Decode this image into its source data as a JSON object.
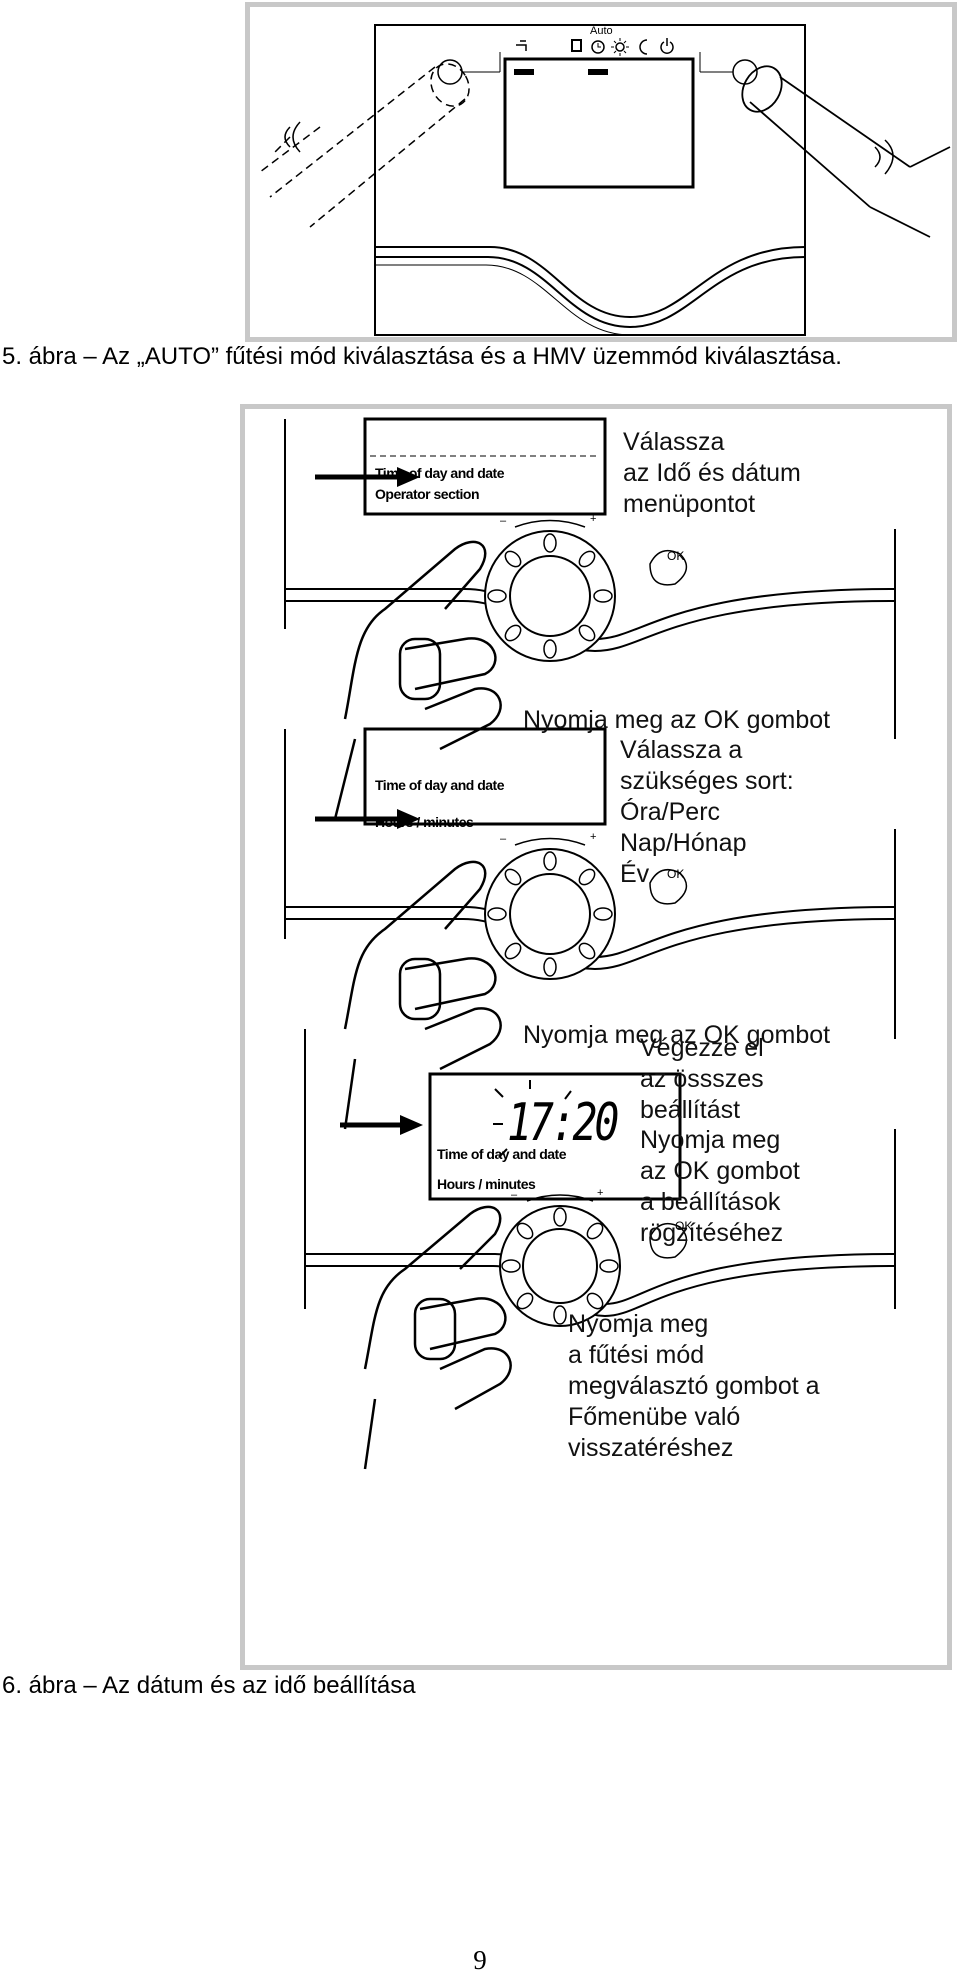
{
  "figure5": {
    "auto_label": "Auto",
    "caption": "5. ábra – Az „AUTO”  fűtési mód kiválasztása és a HMV üzemmód kiválasztása.",
    "icons": [
      "tap-icon",
      "radiator-icon",
      "clock-icon",
      "sun-icon",
      "moon-icon",
      "power-icon"
    ]
  },
  "figure6": {
    "step1": {
      "lcd_line1": "Time of day and date",
      "lcd_line2": "Operator section",
      "annotation": [
        "Válassza",
        "az Idő és dátum",
        "menüpontot"
      ],
      "press_ok": "Nyomja meg az OK gombot",
      "dial_minus": "–",
      "dial_plus": "+",
      "ok_label": "OK"
    },
    "step2": {
      "lcd_line1": "Time of day and date",
      "lcd_line2": "Hours / minutes",
      "annotation": [
        "Válassza a",
        "szükséges sort:",
        "Óra/Perc",
        "Nap/Hónap",
        "Év"
      ],
      "press_ok": "Nyomja meg az OK gombot",
      "dial_minus": "–",
      "dial_plus": "+",
      "ok_label": "OK"
    },
    "step3": {
      "lcd_time": "17:20",
      "lcd_line1": "Time of day and date",
      "lcd_line2": "Hours / minutes",
      "annotation_top": [
        "Végezze el",
        "az össszes",
        "beállítást"
      ],
      "annotation_mid": [
        "Nyomja meg",
        "az OK gombot",
        "a beállítások",
        "rögzítéséhez"
      ],
      "annotation_bottom": [
        "Nyomja meg",
        "a fűtési mód",
        "megválasztó gombot a",
        "Főmenübe való",
        "visszatéréshez"
      ],
      "dial_minus": "–",
      "dial_plus": "+",
      "ok_label": "OK"
    },
    "caption": "6. ábra – Az dátum és az idő beállítása"
  },
  "page_number": "9"
}
